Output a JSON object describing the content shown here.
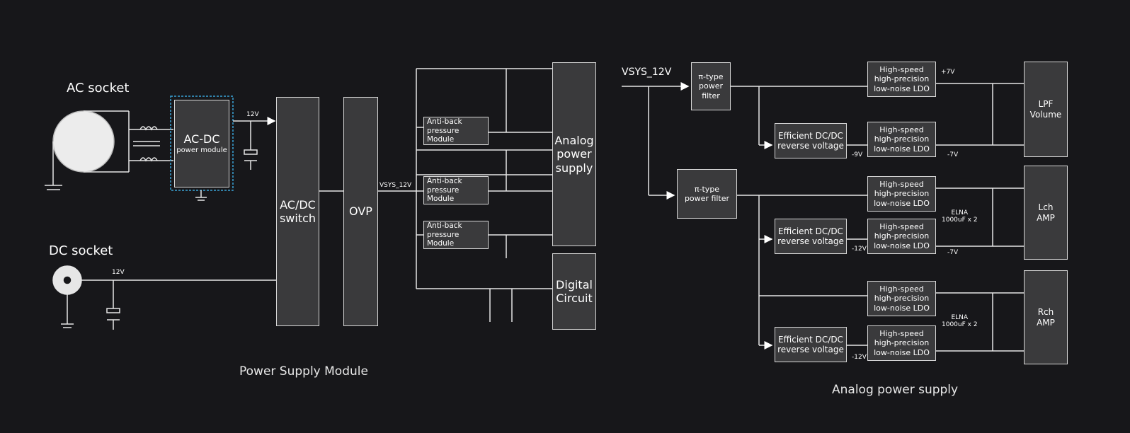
{
  "left": {
    "ac_socket": "AC socket",
    "dc_socket": "DC socket",
    "ac_dc_module": {
      "title": "AC-DC",
      "sub": "power module"
    },
    "v12_top": "12V",
    "v12_bottom": "12V",
    "switch": "AC/DC\nswitch",
    "ovp": "OVP",
    "vsys": "VSYS_12V",
    "anti_back": [
      "Anti-back\npressure Module",
      "Anti-back\npressure Module",
      "Anti-back\npressure Module"
    ],
    "analog_supply": "Analog\npower\nsupply",
    "digital": "Digital\nCircuit",
    "caption": "Power Supply Module"
  },
  "right": {
    "vsys": "VSYS_12V",
    "pi_filter_1": "π-type\npower filter",
    "pi_filter_2": "π-type\npower filter",
    "ldo": "High-speed\nhigh-precision\nlow-noise LDO",
    "dcdc": "Efficient DC/DC\nreverse voltage",
    "v_p7": "+7V",
    "v_m9": "-9V",
    "v_m7a": "-7V",
    "v_m12a": "-12V",
    "v_m7b": "-7V",
    "v_m12b": "-12V",
    "elna1": "ELNA\n1000uF x 2",
    "elna2": "ELNA\n1000uF x 2",
    "lpf": "LPF\nVolume",
    "lch": "Lch\nAMP",
    "rch": "Rch\nAMP",
    "caption": "Analog power supply"
  }
}
